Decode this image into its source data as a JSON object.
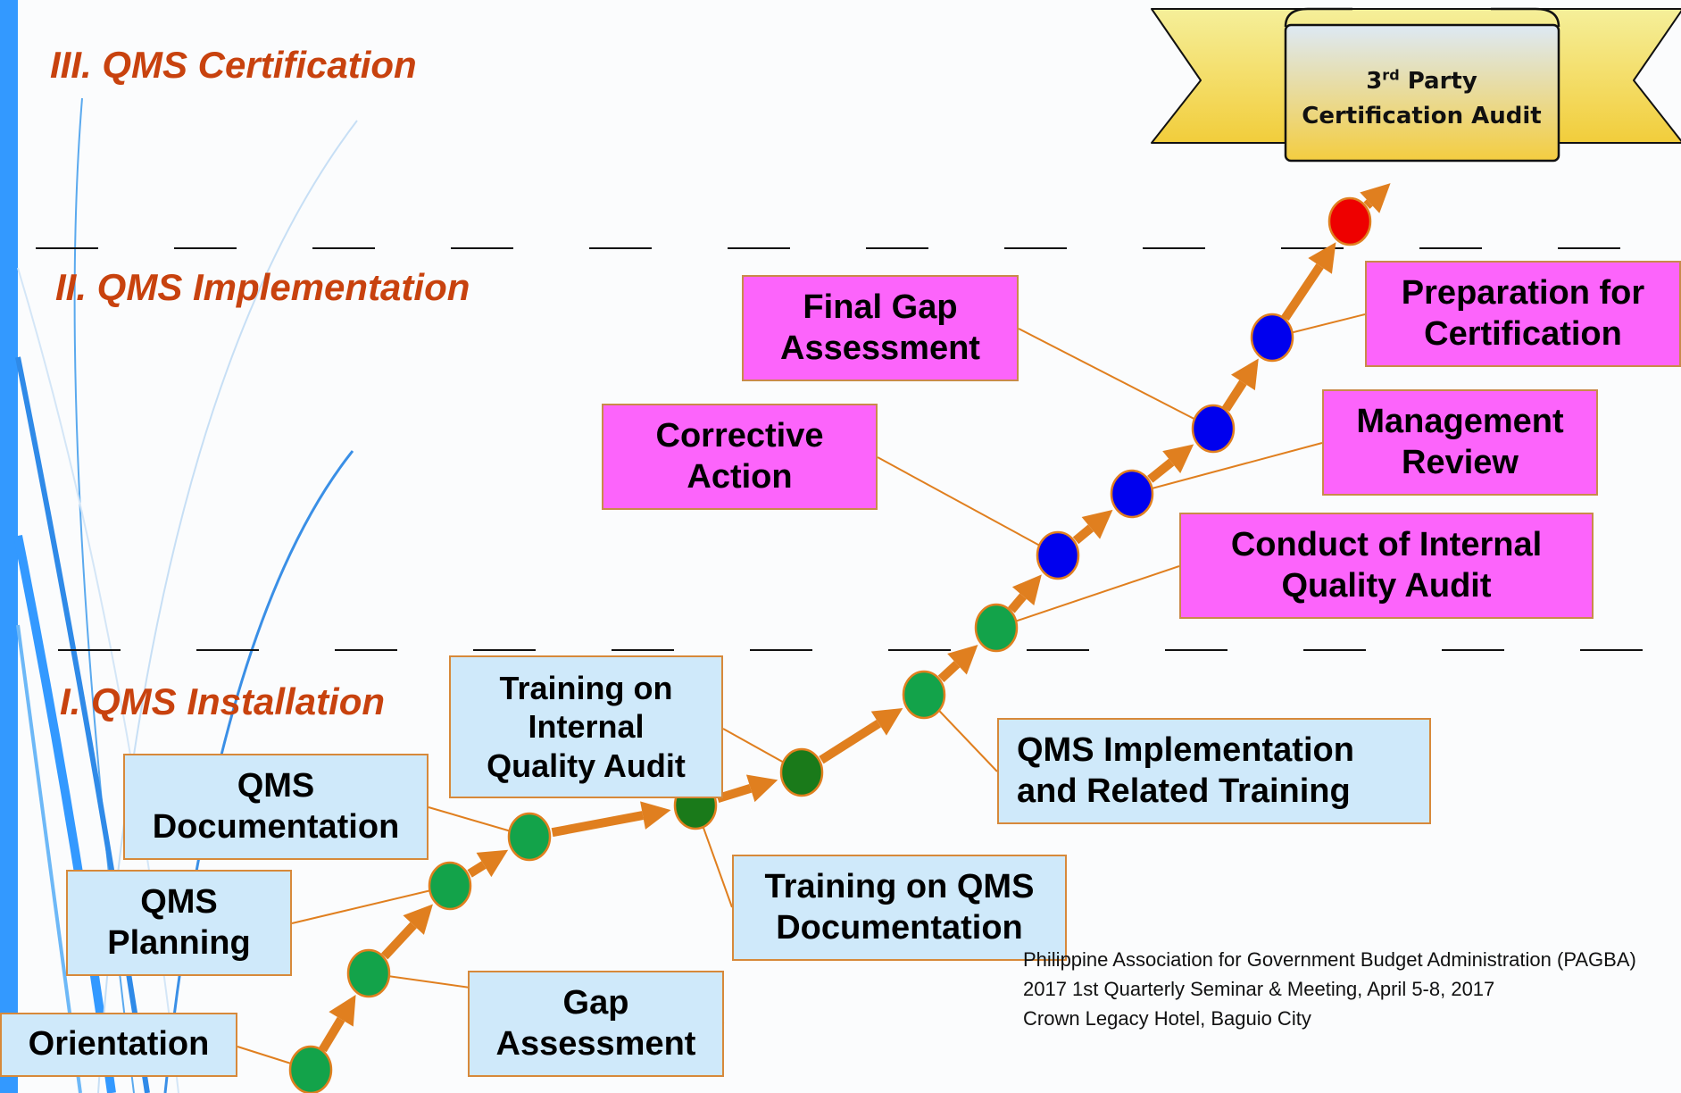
{
  "phases": {
    "certification": "III. QMS Certification",
    "implementation": "II. QMS Implementation",
    "installation": "I. QMS Installation"
  },
  "ribbon": {
    "ordinal": "3",
    "ordinal_suffix": "rd",
    "line1_rest": " Party",
    "line2": "Certification Audit"
  },
  "steps": [
    {
      "label": "Orientation",
      "color": "#13a34a"
    },
    {
      "label": "Gap Assessment",
      "color": "#13a34a"
    },
    {
      "label": "QMS Planning",
      "color": "#13a34a"
    },
    {
      "label": "Training on QMS Documentation",
      "color": "#13a34a"
    },
    {
      "label": "QMS Documentation",
      "color": "#1a7a1a"
    },
    {
      "label": "QMS Implementation and Related Training",
      "color": "#1a7a1a"
    },
    {
      "label": "Training on Internal Quality Audit",
      "color": "#13a34a"
    },
    {
      "label": "Conduct of Internal Quality Audit",
      "color": "#13a34a"
    },
    {
      "label": "Corrective Action",
      "color": "#0000ee"
    },
    {
      "label": "Management Review",
      "color": "#0000ee"
    },
    {
      "label": "Final Gap Assessment",
      "color": "#0000ee"
    },
    {
      "label": "Preparation for Certification",
      "color": "#0000ee"
    },
    {
      "label": "3rd Party Certification Audit",
      "color": "#ee0000"
    }
  ],
  "boxes": {
    "orientation": "Orientation",
    "gap_assessment": "Gap\nAssessment",
    "qms_planning": "QMS\nPlanning",
    "qms_documentation": "QMS\nDocumentation",
    "training_qms_documentation": "Training on QMS\nDocumentation",
    "training_internal_audit": "Training on\nInternal\nQuality Audit",
    "qms_implementation": "QMS Implementation\nand Related Training",
    "conduct_internal_audit": "Conduct of Internal\nQuality Audit",
    "corrective_action": "Corrective\nAction",
    "management_review": "Management\nReview",
    "final_gap_assessment": "Final Gap\nAssessment",
    "preparation_certification": "Preparation for\nCertification"
  },
  "footer": {
    "line1": "Philippine Association for Government Budget Administration (PAGBA)",
    "line2": "2017 1st Quarterly Seminar & Meeting, April 5-8, 2017",
    "line3": "Crown Legacy Hotel, Baguio City"
  },
  "colors": {
    "arrow": "#e07f1f",
    "phase_text": "#c8420e",
    "box_blue": "#cfe9fa",
    "box_pink": "#fc64fb",
    "ribbon": "#f7d94a",
    "left_bar": "#3399ff"
  }
}
